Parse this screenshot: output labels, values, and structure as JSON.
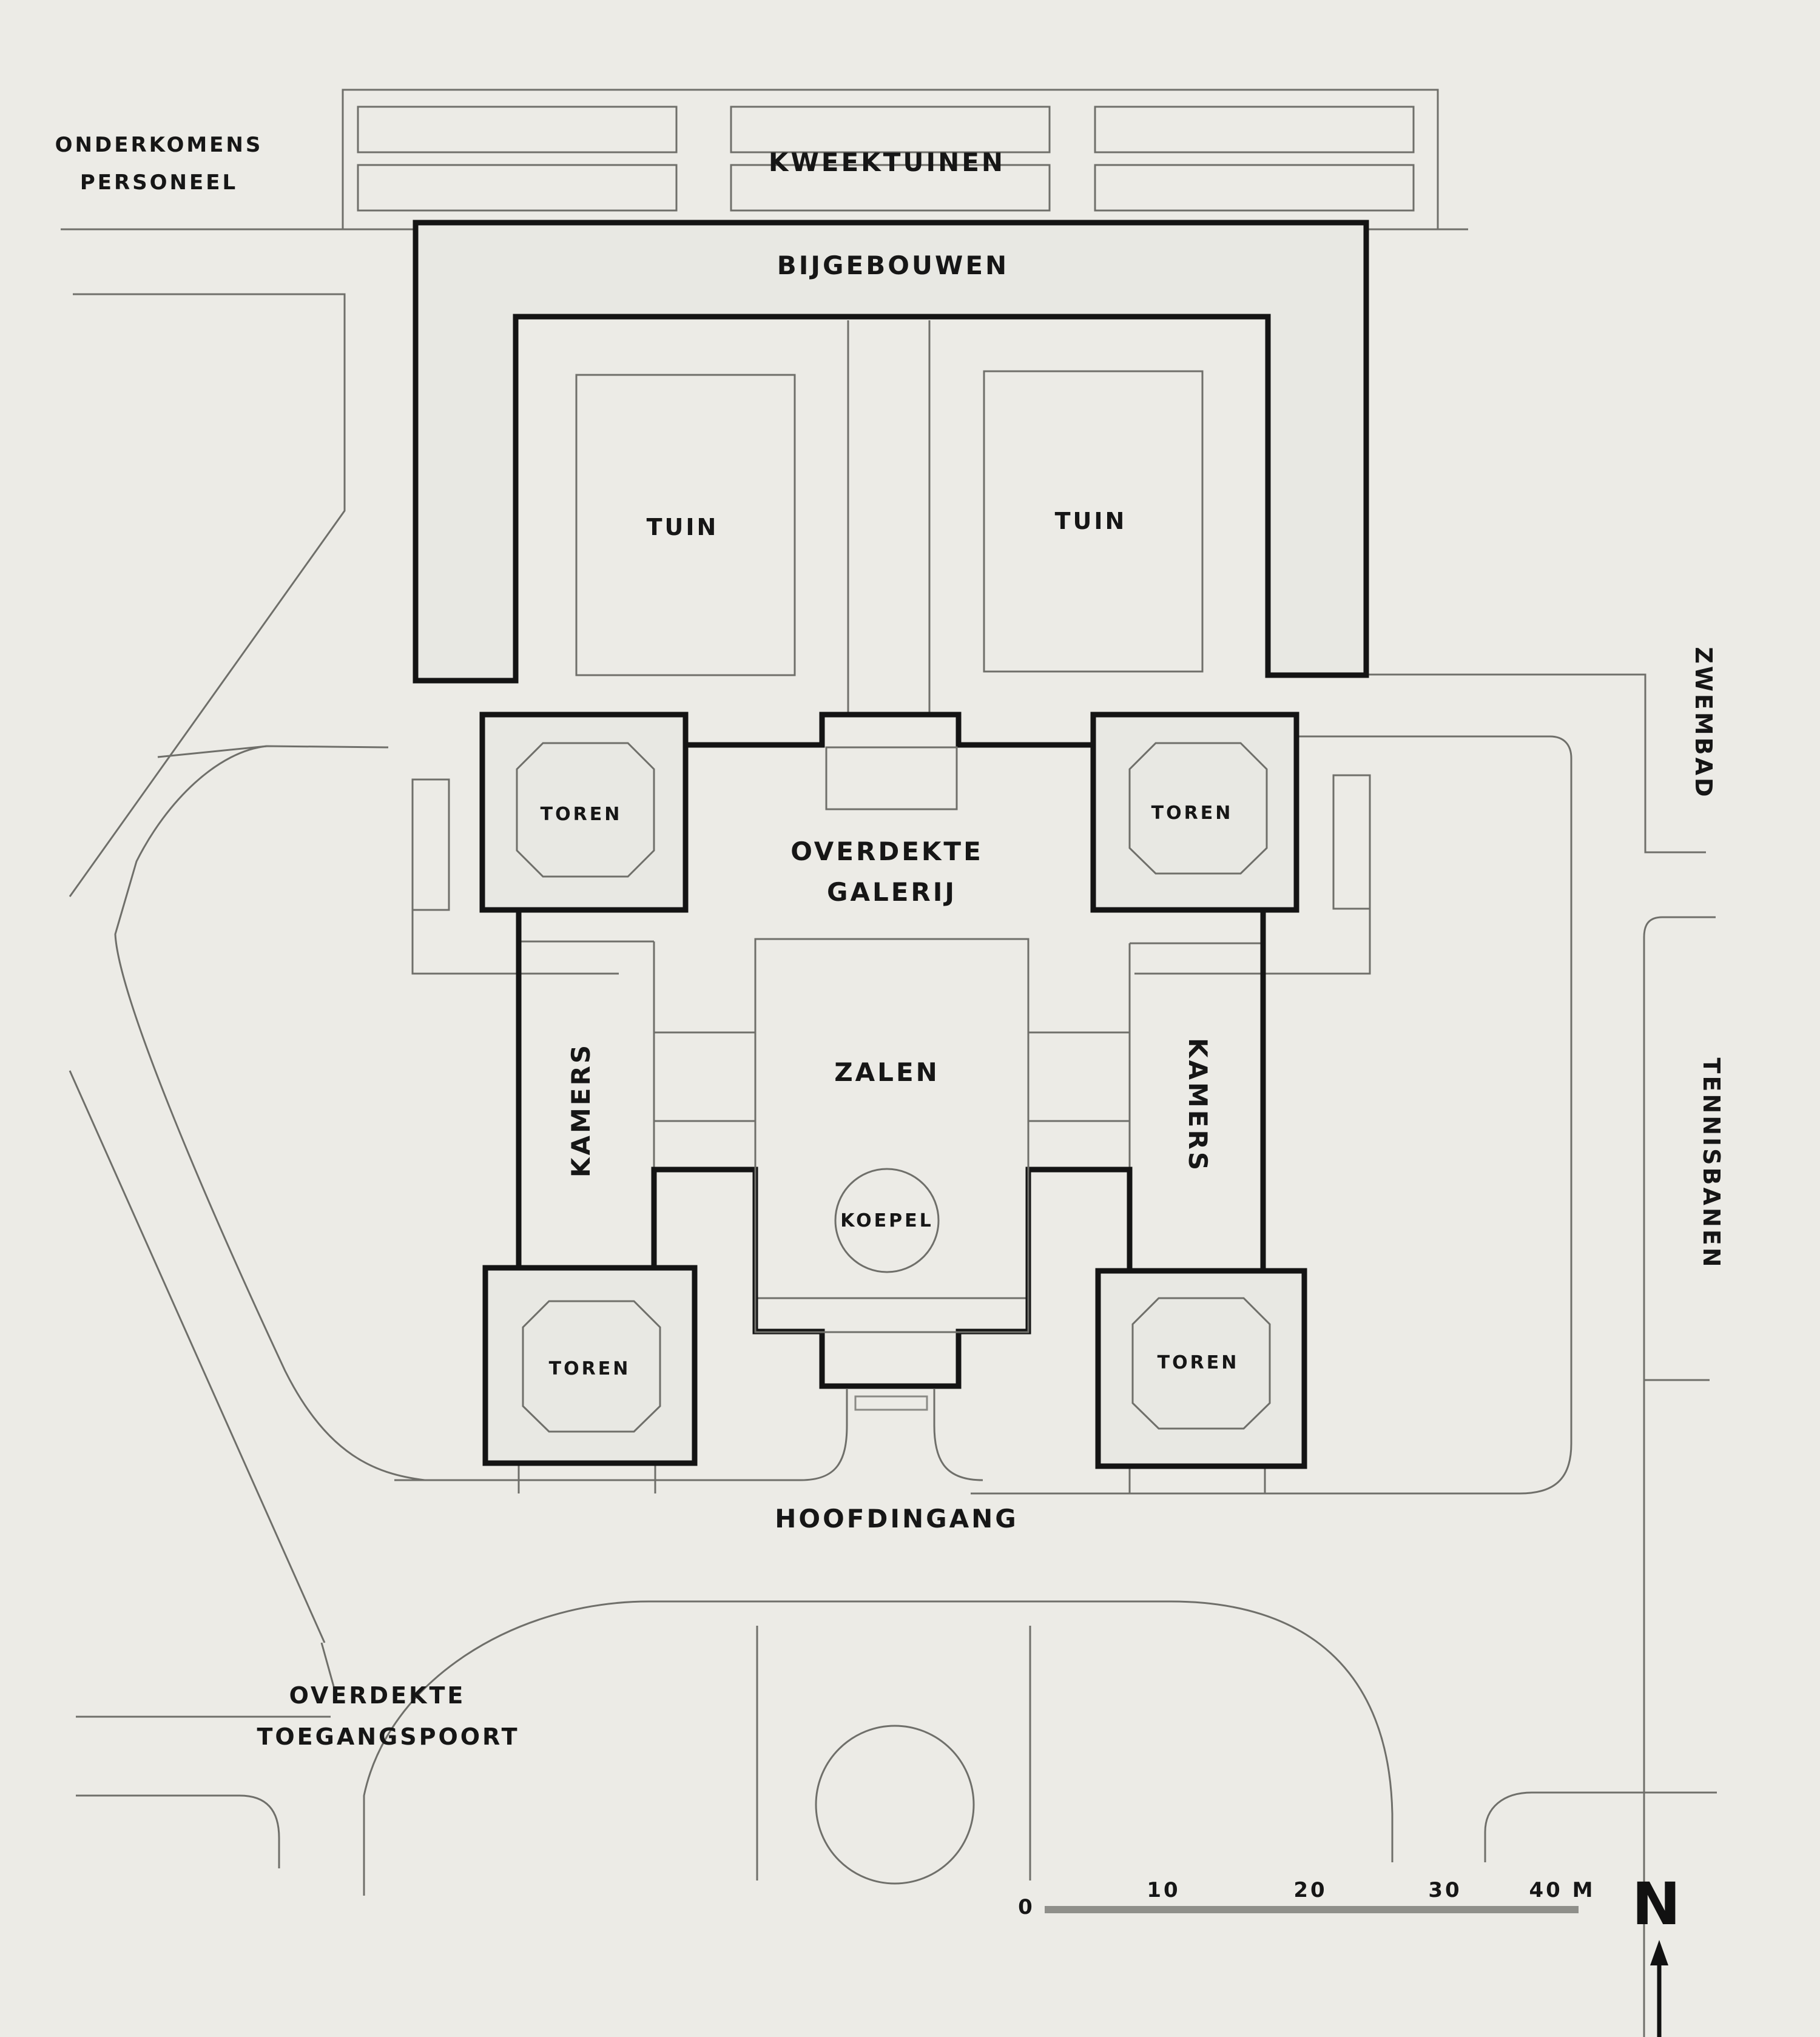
{
  "labels": {
    "onderkomens_line1": "ONDERKOMENS",
    "onderkomens_line2": "PERSONEEL",
    "kweektuinen": "KWEEKTUINEN",
    "bijgebouwen": "BIJGEBOUWEN",
    "tuin_left": "TUIN",
    "tuin_right": "TUIN",
    "toren_nw": "TOREN",
    "toren_ne": "TOREN",
    "toren_sw": "TOREN",
    "toren_se": "TOREN",
    "galerij_line1": "OVERDEKTE",
    "galerij_line2": "GALERIJ",
    "zalen": "ZALEN",
    "koepel": "KOEPEL",
    "kamers_left": "KAMERS",
    "kamers_right": "KAMERS",
    "hoofdingang": "HOOFDINGANG",
    "toegang_line1": "OVERDEKTE",
    "toegang_line2": "TOEGANGSPOORT",
    "zwembad": "ZWEMBAD",
    "tennisbanen": "TENNISBANEN"
  },
  "scale_bar": {
    "ticks": [
      "0",
      "10",
      "20",
      "30",
      "40 M"
    ]
  },
  "north": "N"
}
